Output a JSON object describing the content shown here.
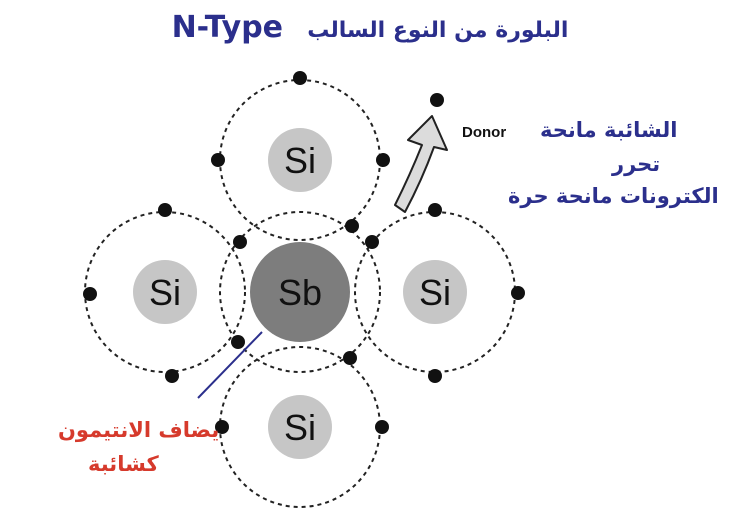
{
  "title": {
    "arabic": "البلورة من النوع السالب",
    "english": "N-Type"
  },
  "atoms": {
    "top": "Si",
    "left": "Si",
    "center": "Sb",
    "right": "Si",
    "bottom": "Si"
  },
  "donor_label": {
    "english": "Donor",
    "arabic_line1": "الشائبة مانحة",
    "arabic_line2": "تحرر",
    "arabic_line3": "الكترونات مانحة حرة"
  },
  "impurity_label": {
    "line1": "يضاف الانتيمون",
    "line2": "كشائبة"
  },
  "colors": {
    "si_fill": "#c6c6c6",
    "sb_fill": "#7d7d7d",
    "blue_text": "#2b2f8c",
    "red_text": "#d63a2c",
    "arrow_fill": "#dcdcdc"
  }
}
